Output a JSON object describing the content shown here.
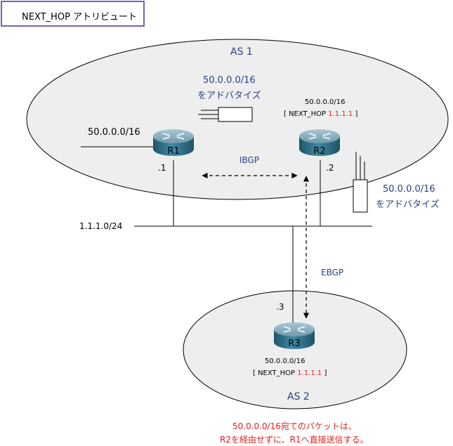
{
  "title": "NEXT_HOP アトリビュート",
  "as1": {
    "label": "AS 1"
  },
  "as2": {
    "label": "AS 2"
  },
  "r1": {
    "name": "R1",
    "interface": ".1",
    "external_route": "50.0.0.0/16",
    "advertise_route": "50.0.0.0/16",
    "advertise_text": "をアドバタイズ"
  },
  "r2": {
    "name": "R2",
    "interface": ".2",
    "route": "50.0.0.0/16",
    "nh_prefix": "[ NEXT_HOP ",
    "nh_value": "1.1.1.1",
    "nh_suffix": " ]",
    "advertise_route": "50.0.0.0/16",
    "advertise_text": "をアドバタイズ"
  },
  "r3": {
    "name": "R3",
    "interface": ".3",
    "route": "50.0.0.0/16",
    "nh_prefix": "[ NEXT_HOP ",
    "nh_value": "1.1.1.1",
    "nh_suffix": " ]"
  },
  "segment": {
    "label": "1.1.1.0/24"
  },
  "ibgp": {
    "label": "IBGP"
  },
  "ebgp": {
    "label": "EBGP"
  },
  "note": {
    "line1": "50.0.0.0/16宛てのパケットは、",
    "line2": "R2を経由せずに、R1へ直接送信する。"
  },
  "colors": {
    "title_border": "#7b5fb0",
    "label_blue": "#2d3e82",
    "highlight_red": "#e02020",
    "router_body": "#2a6f86"
  }
}
